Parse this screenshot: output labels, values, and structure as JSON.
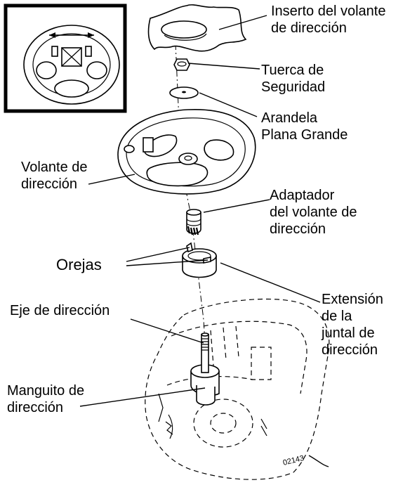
{
  "figure": {
    "code": "02143",
    "labels": {
      "inserto_line1": "Inserto del volante",
      "inserto_line2": "de dirección",
      "tuerca_line1": "Tuerca de",
      "tuerca_line2": "Seguridad",
      "arandela_line1": "Arandela",
      "arandela_line2": "Plana Grande",
      "volante_line1": "Volante de",
      "volante_line2": "dirección",
      "adaptador_line1": "Adaptador",
      "adaptador_line2": "del volante de",
      "adaptador_line3": "dirección",
      "orejas": "Orejas",
      "extension_line1": "Extensión",
      "extension_line2": "de la",
      "extension_line3": "juntal de",
      "extension_line4": "dirección",
      "eje": "Eje de dirección",
      "manguito_line1": "Manguito de",
      "manguito_line2": "dirección"
    }
  }
}
